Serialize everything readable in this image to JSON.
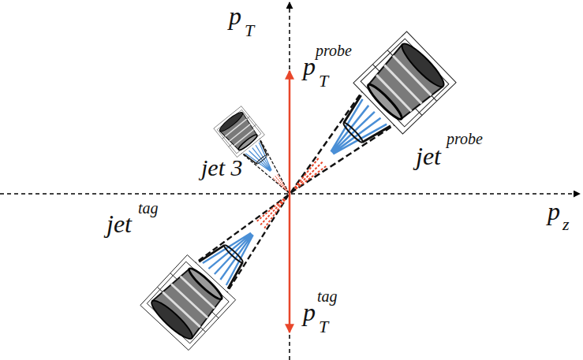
{
  "diagram": {
    "labels": [
      "p",
      "T",
      "p",
      "z",
      "p",
      "T",
      "probe",
      "jet",
      "probe",
      "jet 3",
      "jet",
      "tag",
      "p",
      "T",
      "tag"
    ]
  }
}
